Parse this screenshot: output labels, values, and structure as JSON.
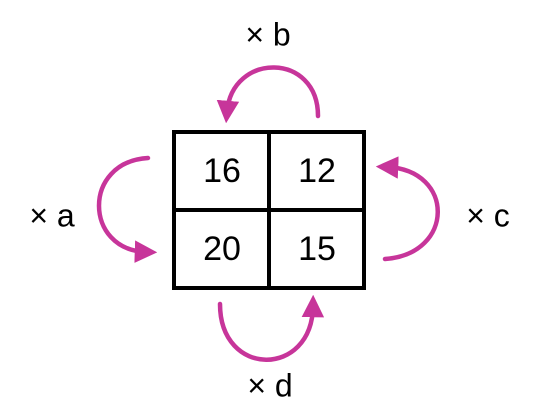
{
  "cells": {
    "top_left": "16",
    "top_right": "12",
    "bottom_left": "20",
    "bottom_right": "15"
  },
  "operations": {
    "a": "× a",
    "b": "× b",
    "c": "× c",
    "d": "× d"
  },
  "colors": {
    "arrow": "#c7359a",
    "grid": "#000000"
  }
}
